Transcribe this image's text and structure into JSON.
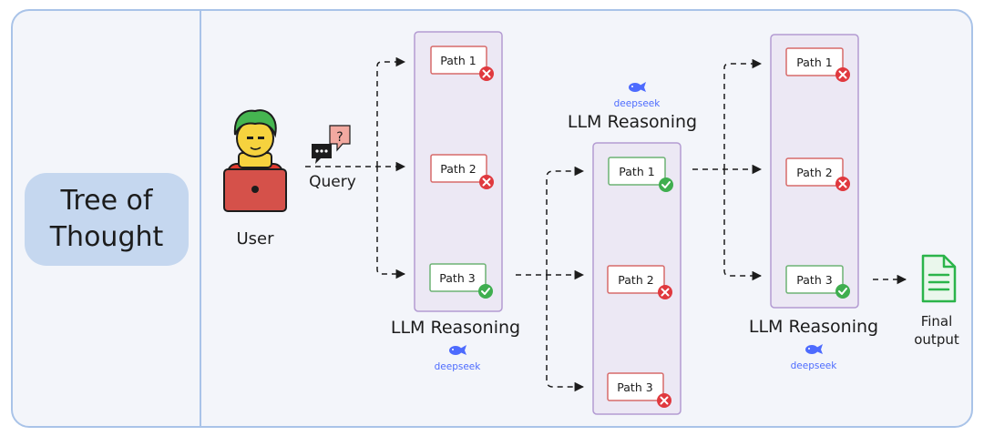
{
  "title": {
    "line1": "Tree of",
    "line2": "Thought"
  },
  "user": {
    "label": "User"
  },
  "query": {
    "label": "Query",
    "bubble_mark": "?"
  },
  "brand": {
    "name": "deepseek"
  },
  "columns": [
    {
      "label": "LLM Reasoning",
      "paths": [
        {
          "label": "Path 1",
          "status": "fail"
        },
        {
          "label": "Path 2",
          "status": "fail"
        },
        {
          "label": "Path 3",
          "status": "pass"
        }
      ]
    },
    {
      "label": "LLM Reasoning",
      "paths": [
        {
          "label": "Path 1",
          "status": "pass"
        },
        {
          "label": "Path 2",
          "status": "fail"
        },
        {
          "label": "Path 3",
          "status": "fail"
        }
      ]
    },
    {
      "label": "LLM Reasoning",
      "paths": [
        {
          "label": "Path 1",
          "status": "fail"
        },
        {
          "label": "Path 2",
          "status": "fail"
        },
        {
          "label": "Path 3",
          "status": "pass"
        }
      ]
    }
  ],
  "final_output": {
    "line1": "Final",
    "line2": "output"
  },
  "colors": {
    "border": "#a9c3e8",
    "panel_border": "#b39bd2",
    "panel_fill": "#ece8f4",
    "fail_border": "#d76a6a",
    "pass_border": "#6db274",
    "fail_badge": "#e0393e",
    "pass_badge": "#3fae4f",
    "brand": "#4d6bfe",
    "doc_green": "#2bb44a"
  }
}
